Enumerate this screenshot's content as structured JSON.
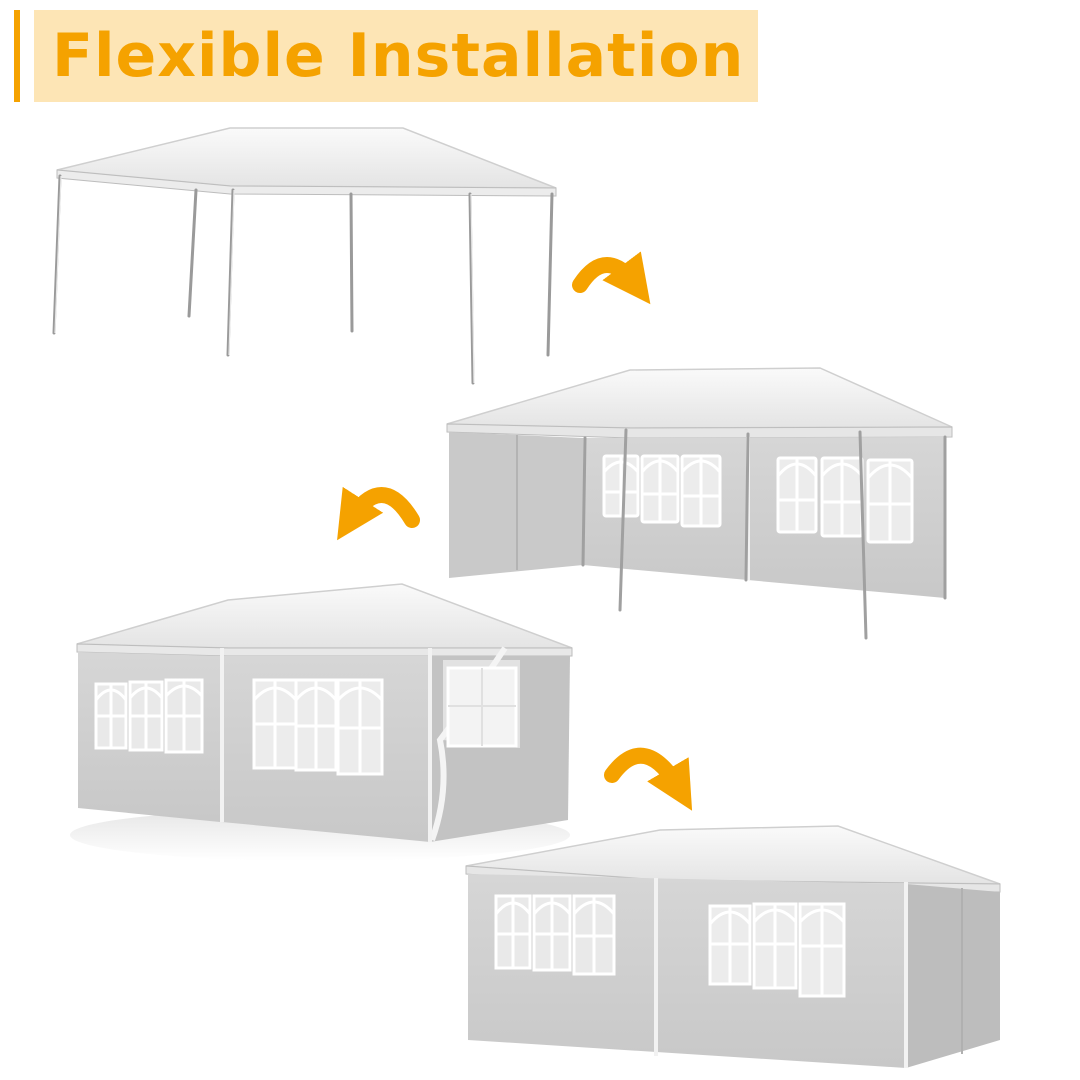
{
  "header": {
    "title": "Flexible Installation"
  },
  "colors": {
    "accent": "#f5a200",
    "banner_background": "#fde5b5",
    "canopy": "#f2f2f2",
    "wall": "#cfcfcf",
    "window_pane": "#ffffff"
  },
  "steps": [
    {
      "state": "frame-with-canopy-only"
    },
    {
      "state": "partial-side-walls"
    },
    {
      "state": "walls-with-open-door"
    },
    {
      "state": "fully-enclosed"
    }
  ],
  "icons": {
    "arrows": [
      "curved-arrow-right-icon",
      "curved-arrow-left-icon",
      "curved-arrow-right-icon"
    ]
  }
}
